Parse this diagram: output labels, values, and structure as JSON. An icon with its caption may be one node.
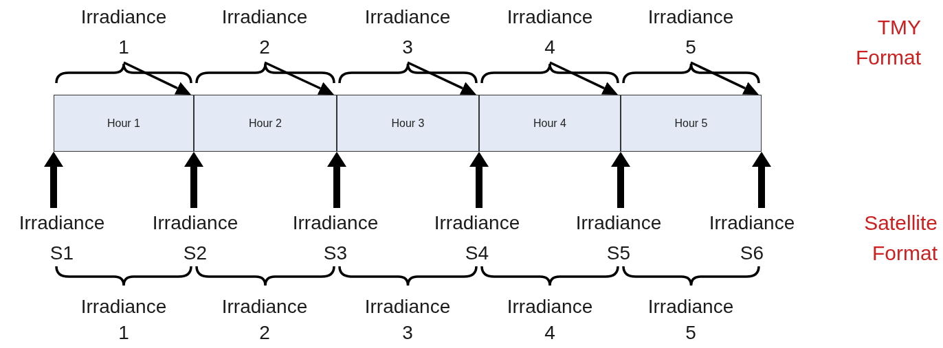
{
  "diagram": {
    "nodes": [
      {
        "text": [
          "Hour 1"
        ]
      },
      {
        "text": [
          "Hour 2"
        ]
      },
      {
        "text": [
          "Hour 3"
        ]
      },
      {
        "text": [
          "Hour 4"
        ]
      },
      {
        "text": [
          "Hour 5"
        ]
      },
      {
        "text": [
          "Irradiance 1"
        ]
      },
      {
        "text": [
          "Irradiance 2"
        ]
      },
      {
        "text": [
          "Irradiance 3"
        ]
      },
      {
        "text": [
          "Irradiance 4"
        ]
      },
      {
        "text": [
          "Irradiance 5"
        ]
      },
      {
        "text": [
          "Irradiance S1"
        ]
      },
      {
        "text": [
          "Irradiance S2"
        ]
      },
      {
        "text": [
          "Irradiance S3"
        ]
      },
      {
        "text": [
          "Irradiance S4"
        ]
      },
      {
        "text": [
          "Irradiance S5"
        ]
      },
      {
        "text": [
          "Irradiance S6"
        ]
      }
    ],
    "edges": [
      {
        "from": 5,
        "to": 0,
        "arrow": "to"
      },
      {
        "from": 6,
        "to": 1,
        "arrow": "to"
      },
      {
        "from": 7,
        "to": 2,
        "arrow": "to"
      },
      {
        "from": 8,
        "to": 3,
        "arrow": "to"
      },
      {
        "from": 9,
        "to": 4,
        "arrow": "to"
      },
      {
        "from": 10,
        "to": 0,
        "arrow": "to"
      },
      {
        "from": 11,
        "to": 1,
        "arrow": "to"
      },
      {
        "from": 12,
        "to": 2,
        "arrow": "to"
      },
      {
        "from": 13,
        "to": 3,
        "arrow": "to"
      },
      {
        "from": 14,
        "to": 4,
        "arrow": "to"
      },
      {
        "from": 15,
        "to": 4,
        "arrow": "to"
      }
    ],
    "labels": [
      "TMY Format",
      "Satellite Format",
      "Irradiance 1",
      "Irradiance 2",
      "Irradiance 3",
      "Irradiance 4",
      "Irradiance 5"
    ]
  }
}
